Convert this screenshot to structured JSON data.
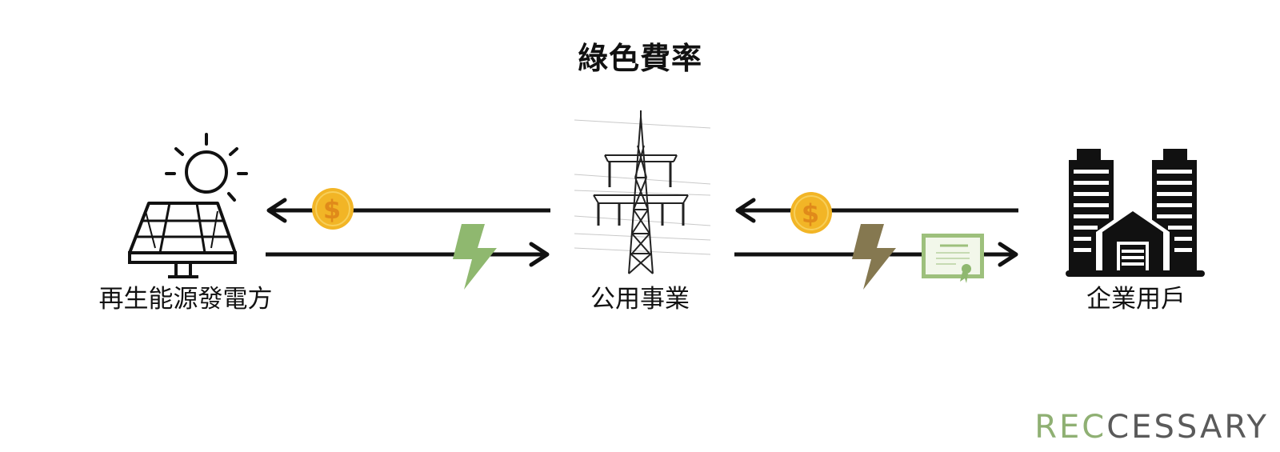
{
  "title": "綠色費率",
  "nodes": {
    "generator": "再生能源發電方",
    "utility": "公用事業",
    "consumer": "企業用戶"
  },
  "coin_symbol": "$",
  "brand": {
    "part1": "REC",
    "part2": "CESSARY"
  },
  "icons": [
    "solar-panel-icon",
    "sun-icon",
    "transmission-tower-icon",
    "office-buildings-icon",
    "coin-icon",
    "lightning-bolt-icon",
    "certificate-icon"
  ],
  "colors": {
    "coin": "#f2b526",
    "coin_text": "#e08a1a",
    "bolt_green": "#8fb86f",
    "bolt_brown": "#857850",
    "certificate": "#9dc07c",
    "brand_green": "#8fb073",
    "brand_gray": "#5a5a5a"
  }
}
